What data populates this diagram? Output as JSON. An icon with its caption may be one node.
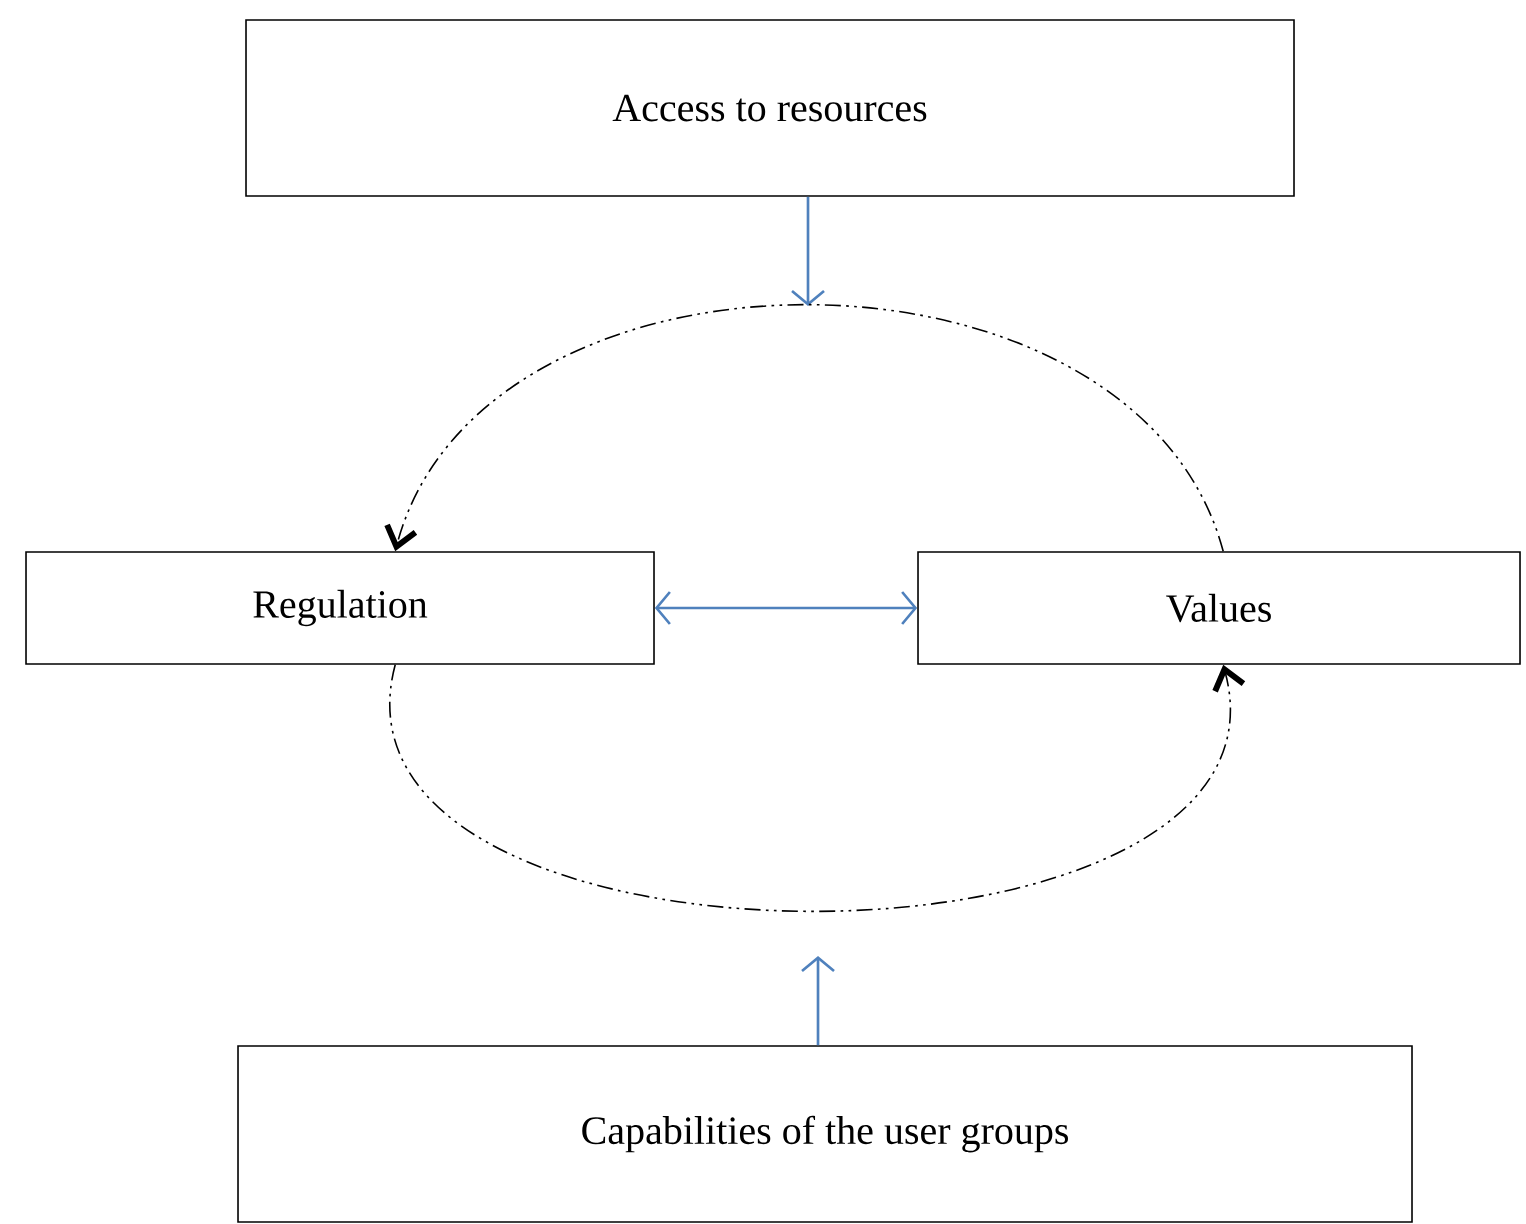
{
  "diagram": {
    "nodes": [
      {
        "text": [
          "Access to resources"
        ]
      },
      {
        "text": [
          "Regulation"
        ]
      },
      {
        "text": [
          "Values"
        ]
      },
      {
        "text": [
          "Capabilities of the user groups"
        ]
      }
    ],
    "edges": [
      {
        "from": 0,
        "to": null,
        "arrow": "to"
      },
      {
        "from": 1,
        "to": 2,
        "arrow": "both"
      },
      {
        "from": 3,
        "to": null,
        "arrow": "to"
      },
      {
        "from": 2,
        "to": 1,
        "arrow": "to",
        "style": "dashed",
        "color": "#000000"
      },
      {
        "from": 1,
        "to": 2,
        "arrow": "to",
        "style": "dashed",
        "color": "#000000"
      }
    ]
  }
}
